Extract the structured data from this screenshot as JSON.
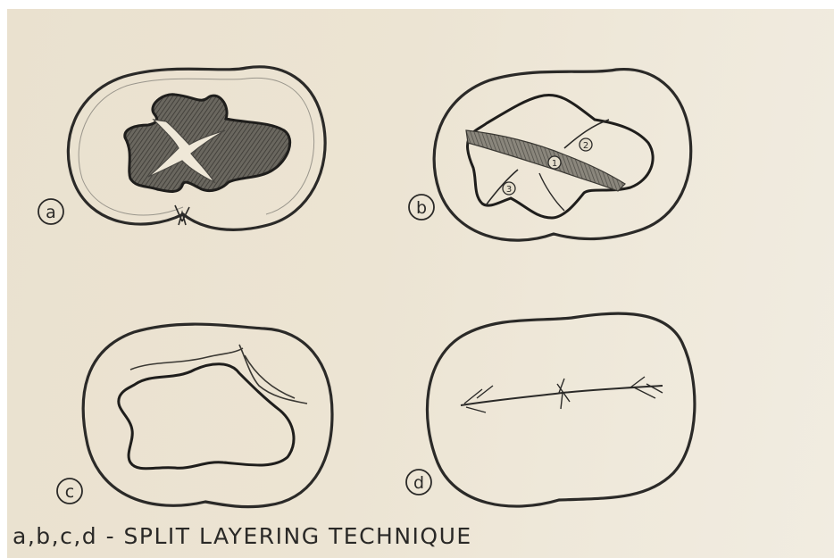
{
  "figures": [
    {
      "id": "a",
      "label": "a"
    },
    {
      "id": "b",
      "label": "b",
      "layer_numbers": [
        "1",
        "2",
        "3"
      ]
    },
    {
      "id": "c",
      "label": "c"
    },
    {
      "id": "d",
      "label": "d"
    }
  ],
  "caption": "a,b,c,d - SPLIT LAYERING TECHNIQUE",
  "colors": {
    "paper": "#ece4d3",
    "pencil": "#2b2a28",
    "shading": "#5a5750"
  }
}
